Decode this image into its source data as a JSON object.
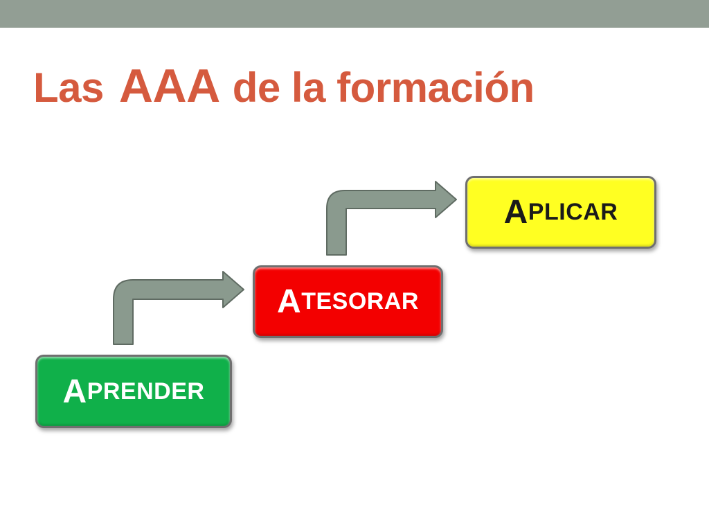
{
  "title": {
    "part1": "Las",
    "part2": "AAA",
    "part3": "de la formación"
  },
  "steps": [
    {
      "initial": "A",
      "rest": "prender",
      "fill": "#10b04a",
      "text_color": "#ffffff"
    },
    {
      "initial": "A",
      "rest": "tesorar",
      "fill": "#f30000",
      "text_color": "#ffffff"
    },
    {
      "initial": "A",
      "rest": "plicar",
      "fill": "#ffff22",
      "text_color": "#1a1a1a"
    }
  ],
  "colors": {
    "top_bar": "#929e94",
    "title": "#d55a3e",
    "arrow_fill": "#8a9a8e",
    "arrow_stroke": "#5f6b62",
    "box_border": "#6f6f6f"
  }
}
